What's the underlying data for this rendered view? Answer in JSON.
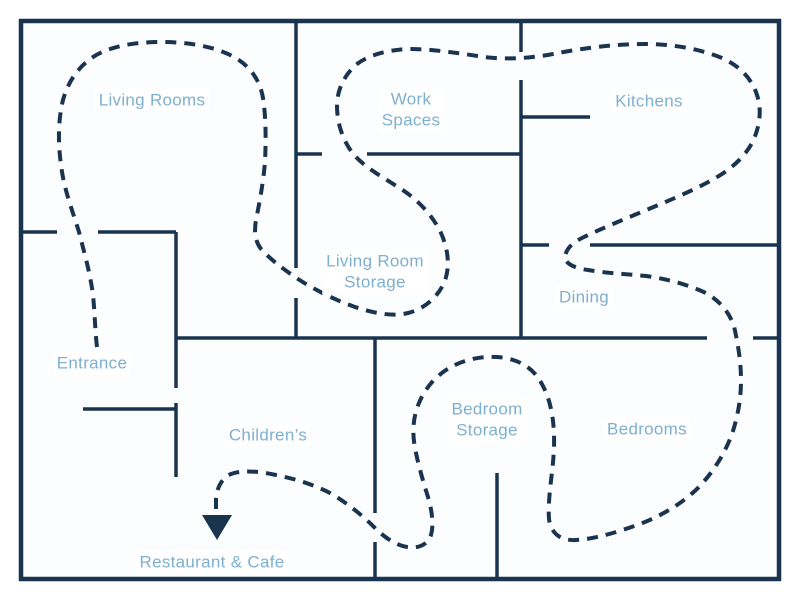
{
  "colors": {
    "wall": "#1A3450",
    "route": "#1A3450",
    "label": "#7DB0D0",
    "background": "#FFFFFF",
    "interior": "#FCFDFE"
  },
  "floor_plan": {
    "rooms": [
      {
        "id": "living-rooms",
        "label": "Living Rooms"
      },
      {
        "id": "work-spaces",
        "label": "Work\nSpaces"
      },
      {
        "id": "kitchens",
        "label": "Kitchens"
      },
      {
        "id": "living-room-storage",
        "label": "Living Room\nStorage"
      },
      {
        "id": "dining",
        "label": "Dining"
      },
      {
        "id": "entrance",
        "label": "Entrance"
      },
      {
        "id": "childrens",
        "label": "Children’s"
      },
      {
        "id": "bedroom-storage",
        "label": "Bedroom\nStorage"
      },
      {
        "id": "bedrooms",
        "label": "Bedrooms"
      },
      {
        "id": "restaurant-cafe",
        "label": "Restaurant & Cafe"
      }
    ]
  }
}
